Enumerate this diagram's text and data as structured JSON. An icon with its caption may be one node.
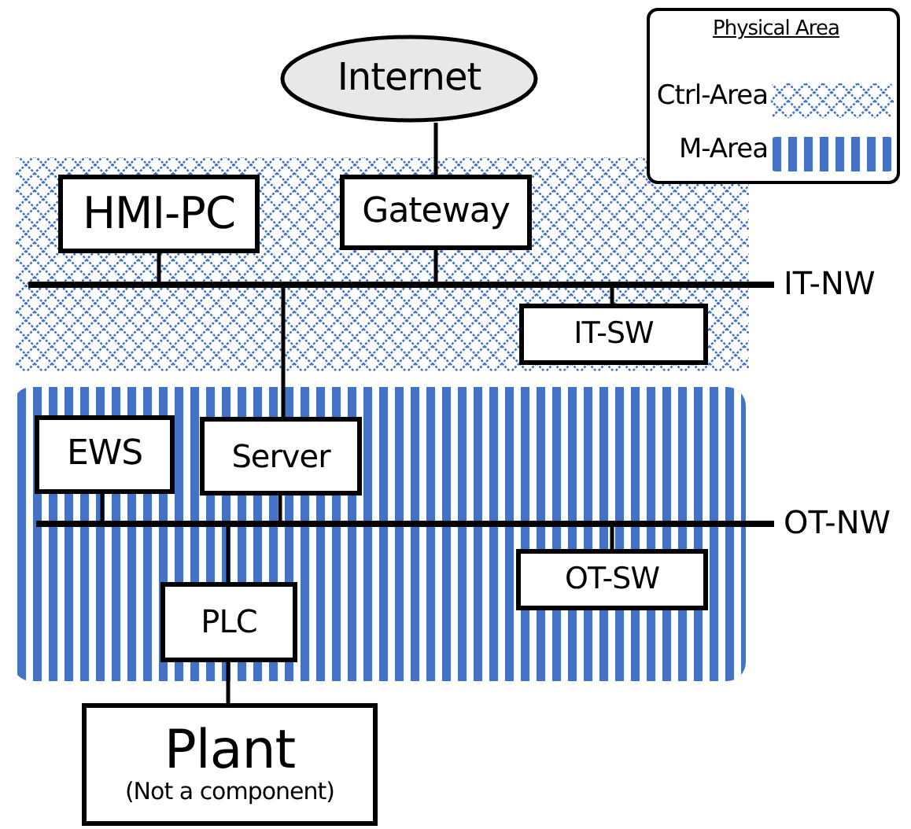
{
  "diagram": {
    "nodes": [
      {
        "text": [
          "Internet"
        ]
      },
      {
        "text": [
          "HMI-PC"
        ]
      },
      {
        "text": [
          "Gateway"
        ]
      },
      {
        "text": [],
        "shape": "bar",
        "beside": [
          "IT-NW"
        ]
      },
      {
        "text": [
          "IT-SW"
        ]
      },
      {
        "text": [
          "EWS"
        ]
      },
      {
        "text": [
          "Server"
        ]
      },
      {
        "text": [],
        "shape": "bar",
        "beside": [
          "OT-NW"
        ]
      },
      {
        "text": [
          "OT-SW"
        ]
      },
      {
        "text": [
          "PLC"
        ]
      },
      {
        "text": [
          "Plant",
          "(Not a component)"
        ]
      }
    ],
    "edges": [
      {
        "from": 0,
        "to": 2,
        "arrow": "none"
      },
      {
        "from": 1,
        "to": 3,
        "arrow": "none"
      },
      {
        "from": 2,
        "to": 3,
        "arrow": "none"
      },
      {
        "from": 3,
        "to": 4,
        "arrow": "none"
      },
      {
        "from": 3,
        "to": 6,
        "arrow": "none"
      },
      {
        "from": 5,
        "to": 7,
        "arrow": "none"
      },
      {
        "from": 6,
        "to": 7,
        "arrow": "none"
      },
      {
        "from": 7,
        "to": 8,
        "arrow": "none"
      },
      {
        "from": 7,
        "to": 9,
        "arrow": "none"
      },
      {
        "from": 9,
        "to": 10,
        "arrow": "none"
      }
    ],
    "labels": [
      "Physical Area"
    ],
    "legend": [
      {
        "text": "Ctrl-Area"
      },
      {
        "text": "M-Area"
      }
    ]
  }
}
